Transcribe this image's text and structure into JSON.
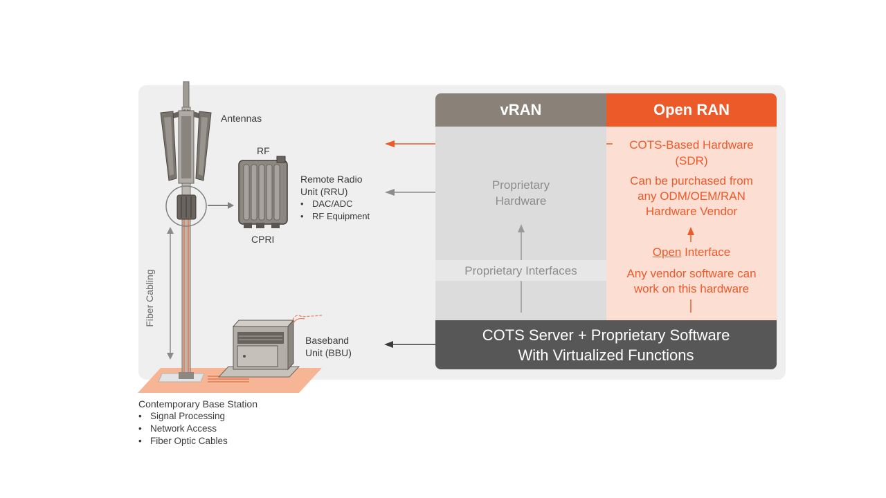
{
  "columns": {
    "vran": {
      "title": "vRAN"
    },
    "open_ran": {
      "title": "Open RAN"
    }
  },
  "vran": {
    "hardware": [
      "Proprietary",
      "Hardware"
    ],
    "interfaces": "Proprietary Interfaces"
  },
  "open_ran": {
    "hardware": [
      "COTS-Based Hardware",
      "(SDR)"
    ],
    "purchase": [
      "Can be purchased from",
      "any ODM/OEM/RAN",
      "Hardware Vendor"
    ],
    "interface_word": "Open",
    "interface_rest": " Interface",
    "software": [
      "Any vendor software can",
      "work on this hardware"
    ]
  },
  "footer": {
    "line1": "COTS Server + Proprietary Software",
    "line2": "With Virtualized Functions"
  },
  "station": {
    "antennas": "Antennas",
    "rf": "RF",
    "cpri": "CPRI",
    "rru_title": [
      "Remote Radio",
      "Unit (RRU)"
    ],
    "rru_items": [
      "DAC/ADC",
      "RF Equipment"
    ],
    "fiber": "Fiber Cabling",
    "bbu": [
      "Baseband",
      "Unit (BBU)"
    ],
    "base_title": "Contemporary Base Station",
    "base_items": [
      "Signal Processing",
      "Network Access",
      "Fiber Optic Cables"
    ]
  },
  "colors": {
    "vran_header": "#8a8178",
    "open_ran_header": "#ec5a2a",
    "open_ran_fill": "#fcded3",
    "vran_fill": "#dcdcdc",
    "footer": "#575757"
  }
}
